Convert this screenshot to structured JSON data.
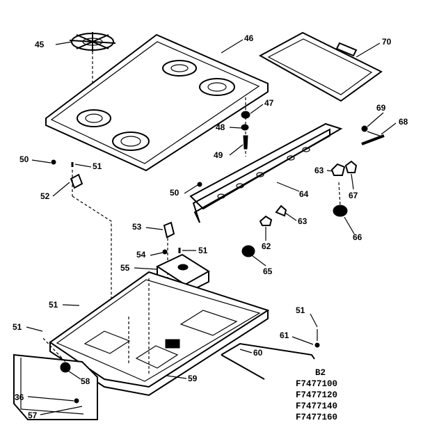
{
  "callouts": {
    "c45": "45",
    "c46": "46",
    "c70": "70",
    "c47": "47",
    "c48": "48",
    "c49": "49",
    "c69": "69",
    "c68": "68",
    "c50a": "50",
    "c51a": "51",
    "c52": "52",
    "c63a": "63",
    "c67": "67",
    "c50b": "50",
    "c64": "64",
    "c53": "53",
    "c63b": "63",
    "c66": "66",
    "c54": "54",
    "c51b": "51",
    "c62": "62",
    "c55": "55",
    "c65": "65",
    "c51c": "51",
    "c51d": "51",
    "c51e": "51",
    "c61": "61",
    "c60": "60",
    "c58": "58",
    "c59": "59",
    "c36": "36",
    "c57": "57"
  },
  "models": {
    "header": "B2",
    "list": [
      "F7477100",
      "F7477120",
      "F7477140",
      "F7477160"
    ]
  }
}
